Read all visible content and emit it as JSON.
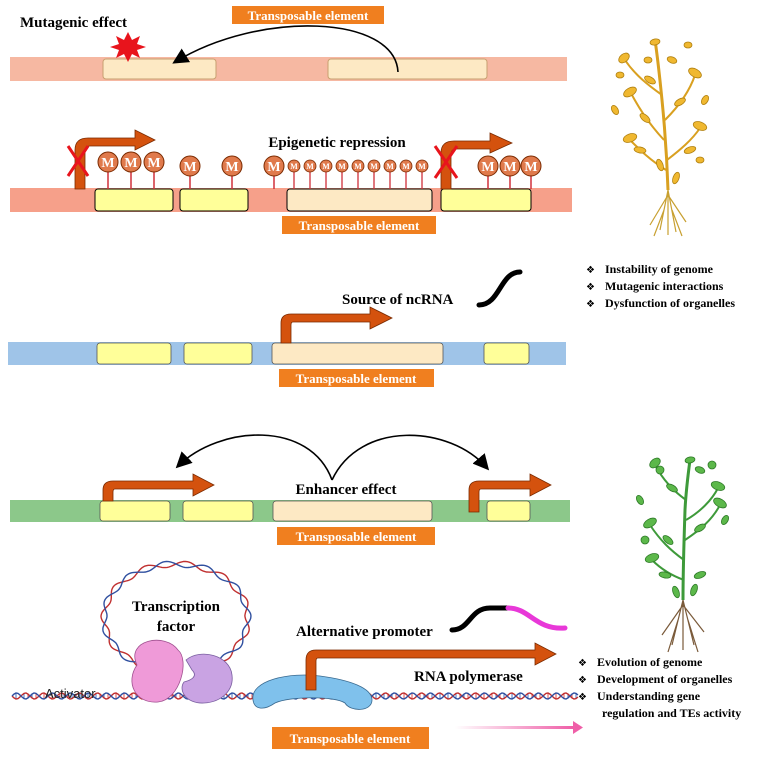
{
  "colors": {
    "te_badge": "#f07f1f",
    "arrow_orange": "#d4520e",
    "track1": "#f6b8a2",
    "track2": "#f6a08a",
    "track3": "#9fc4e8",
    "track4": "#8cc88a",
    "box_yellow": "#ffff99",
    "box_cream": "#fde9c4",
    "methyl": "#e07a4c",
    "star": "#e8141c",
    "cross": "#e8141c",
    "pink_tail": "#e838d8",
    "tf_pink": "#ef9ad8",
    "tf_purple": "#c9a3e3",
    "polymerase": "#7fc1ec",
    "gradient_arrow": "#ef5fa8"
  },
  "panel1": {
    "te_label": "Transposable element",
    "effect_label": "Mutagenic effect"
  },
  "panel2": {
    "title": "Epigenetic repression",
    "te_label": "Transposable element",
    "methyl_mark": "M"
  },
  "panel3": {
    "ncrna_label": "Source of ncRNA",
    "te_label": "Transposable element"
  },
  "panel4": {
    "enhancer_label": "Enhancer effect",
    "te_label": "Transposable element"
  },
  "panel5": {
    "tf_label_line1": "Transcription",
    "tf_label_line2": "factor",
    "alt_promoter": "Alternative promoter",
    "rna_pol": "RNA polymerase",
    "activator": "Activator",
    "te_label": "Transposable element"
  },
  "list_top": {
    "marker": "❖",
    "items": [
      "Instability of genome",
      "Mutagenic interactions",
      "Dysfunction of organelles"
    ]
  },
  "list_bottom": {
    "marker": "❖",
    "items": [
      "Evolution of genome",
      "Development of organelles",
      "Understanding gene",
      "regulation and TEs activity"
    ]
  },
  "plants": {
    "top": "yellow-plant-icon",
    "bottom": "green-plant-icon"
  }
}
